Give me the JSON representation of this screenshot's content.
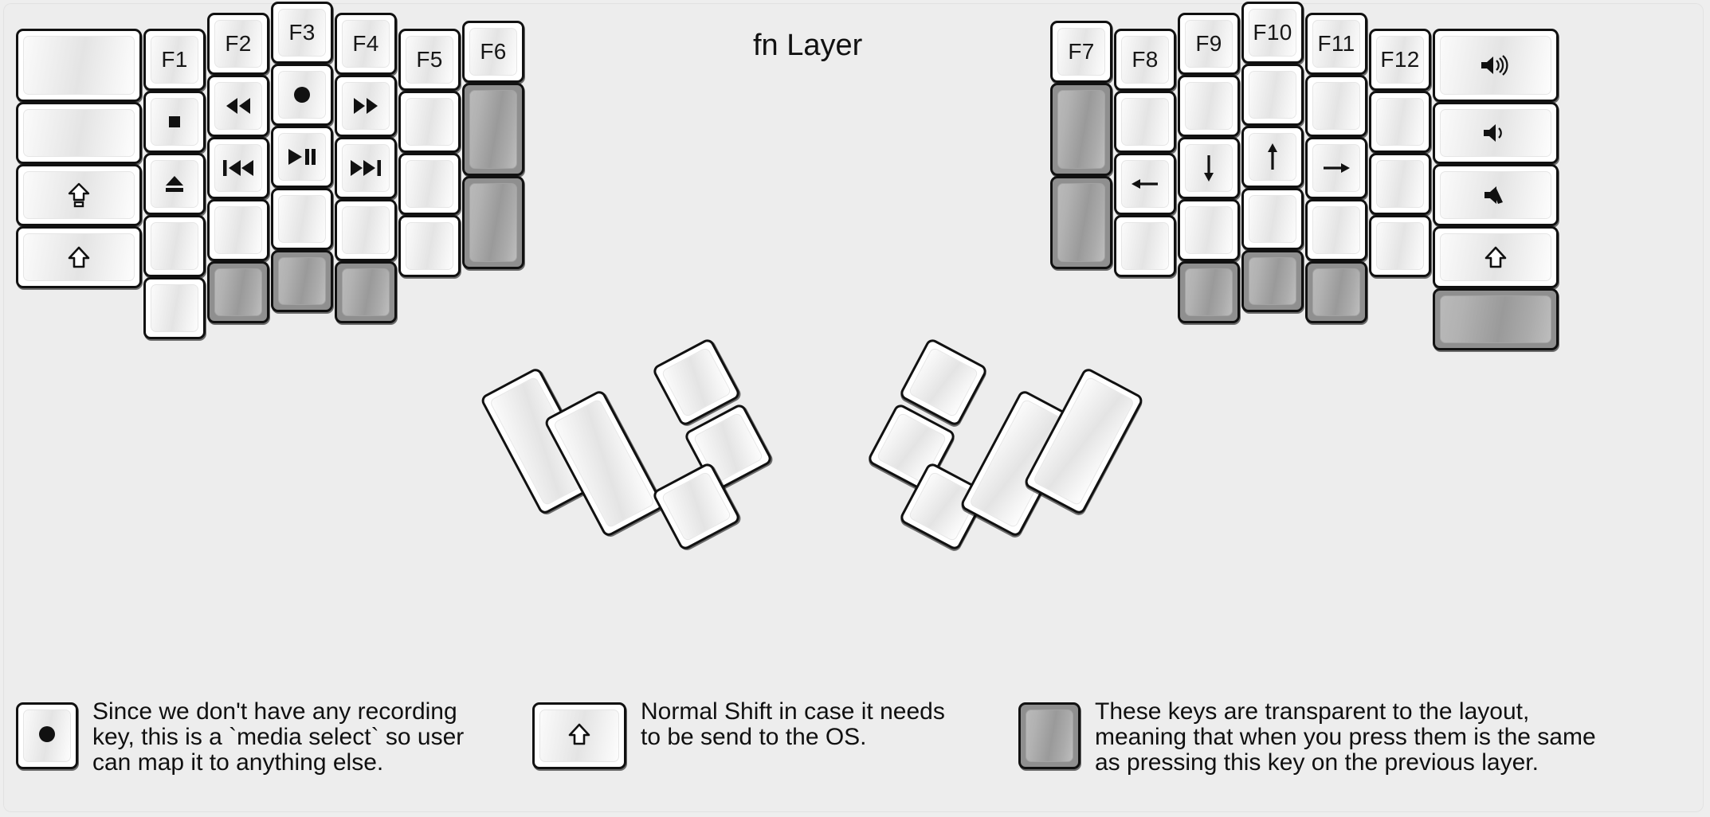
{
  "title": "fn Layer",
  "colors": {
    "background": "#ededed",
    "key_face": "#ffffff",
    "key_border": "#111111",
    "transparent_key": "#8f8f8f",
    "label_text": "#171717"
  },
  "legend": [
    {
      "key_icon": "record-icon",
      "key_type": "normal",
      "text": "Since we don't have any recording\nkey, this is a `media select` so user\ncan map it to anything else."
    },
    {
      "key_icon": "shift-icon",
      "key_type": "normal",
      "text": "Normal Shift in case it needs\nto be send to the OS."
    },
    {
      "key_icon": "",
      "key_type": "transparent",
      "text": "These keys are transparent to the layout,\nmeaning that when you press them is the same\nas pressing this key on the previous layer."
    }
  ],
  "left_half": {
    "columns": [
      {
        "name": "col-pinky-outer",
        "keys": [
          {
            "label": "",
            "icon": "",
            "type": "normal"
          },
          {
            "label": "",
            "icon": "",
            "type": "normal"
          },
          {
            "label": "",
            "icon": "caps-lock-icon",
            "type": "normal"
          },
          {
            "label": "",
            "icon": "shift-icon",
            "type": "normal"
          }
        ]
      },
      {
        "name": "col-pinky",
        "keys": [
          {
            "label": "F1",
            "icon": "",
            "type": "normal"
          },
          {
            "label": "",
            "icon": "media-stop-icon",
            "type": "normal"
          },
          {
            "label": "",
            "icon": "eject-icon",
            "type": "normal"
          },
          {
            "label": "",
            "icon": "",
            "type": "normal"
          },
          {
            "label": "",
            "icon": "",
            "type": "normal"
          }
        ]
      },
      {
        "name": "col-ring",
        "keys": [
          {
            "label": "F2",
            "icon": "",
            "type": "normal"
          },
          {
            "label": "",
            "icon": "media-rewind-icon",
            "type": "normal"
          },
          {
            "label": "",
            "icon": "media-prev-track-icon",
            "type": "normal"
          },
          {
            "label": "",
            "icon": "",
            "type": "normal"
          },
          {
            "label": "",
            "icon": "",
            "type": "transparent"
          }
        ]
      },
      {
        "name": "col-middle",
        "keys": [
          {
            "label": "F3",
            "icon": "",
            "type": "normal"
          },
          {
            "label": "",
            "icon": "record-icon",
            "type": "normal"
          },
          {
            "label": "",
            "icon": "media-play-pause-icon",
            "type": "normal"
          },
          {
            "label": "",
            "icon": "",
            "type": "normal"
          },
          {
            "label": "",
            "icon": "",
            "type": "transparent"
          }
        ]
      },
      {
        "name": "col-index",
        "keys": [
          {
            "label": "F4",
            "icon": "",
            "type": "normal"
          },
          {
            "label": "",
            "icon": "media-fast-forward-icon",
            "type": "normal"
          },
          {
            "label": "",
            "icon": "media-next-track-icon",
            "type": "normal"
          },
          {
            "label": "",
            "icon": "",
            "type": "normal"
          },
          {
            "label": "",
            "icon": "",
            "type": "transparent"
          }
        ]
      },
      {
        "name": "col-index-inner",
        "keys": [
          {
            "label": "F5",
            "icon": "",
            "type": "normal"
          },
          {
            "label": "",
            "icon": "",
            "type": "normal"
          },
          {
            "label": "",
            "icon": "",
            "type": "normal"
          },
          {
            "label": "",
            "icon": "",
            "type": "normal"
          }
        ]
      },
      {
        "name": "col-inner",
        "keys": [
          {
            "label": "F6",
            "icon": "",
            "type": "normal"
          },
          {
            "label": "",
            "icon": "",
            "type": "transparent"
          },
          {
            "label": "",
            "icon": "",
            "type": "transparent"
          }
        ]
      }
    ],
    "thumb_cluster": [
      {
        "name": "thumb-big-1",
        "type": "normal"
      },
      {
        "name": "thumb-big-2",
        "type": "normal"
      },
      {
        "name": "thumb-small-top",
        "type": "normal"
      },
      {
        "name": "thumb-small-mid",
        "type": "normal"
      },
      {
        "name": "thumb-small-bottom",
        "type": "normal"
      }
    ]
  },
  "right_half": {
    "columns": [
      {
        "name": "col-inner",
        "keys": [
          {
            "label": "F7",
            "icon": "",
            "type": "normal"
          },
          {
            "label": "",
            "icon": "",
            "type": "transparent"
          },
          {
            "label": "",
            "icon": "",
            "type": "transparent"
          }
        ]
      },
      {
        "name": "col-index-inner",
        "keys": [
          {
            "label": "F8",
            "icon": "",
            "type": "normal"
          },
          {
            "label": "",
            "icon": "",
            "type": "normal"
          },
          {
            "label": "",
            "icon": "arrow-left-icon",
            "type": "normal"
          },
          {
            "label": "",
            "icon": "",
            "type": "normal"
          }
        ]
      },
      {
        "name": "col-index",
        "keys": [
          {
            "label": "F9",
            "icon": "",
            "type": "normal"
          },
          {
            "label": "",
            "icon": "",
            "type": "normal"
          },
          {
            "label": "",
            "icon": "arrow-down-icon",
            "type": "normal"
          },
          {
            "label": "",
            "icon": "",
            "type": "normal"
          },
          {
            "label": "",
            "icon": "",
            "type": "transparent"
          }
        ]
      },
      {
        "name": "col-middle",
        "keys": [
          {
            "label": "F10",
            "icon": "",
            "type": "normal"
          },
          {
            "label": "",
            "icon": "",
            "type": "normal"
          },
          {
            "label": "",
            "icon": "arrow-up-icon",
            "type": "normal"
          },
          {
            "label": "",
            "icon": "",
            "type": "normal"
          },
          {
            "label": "",
            "icon": "",
            "type": "transparent"
          }
        ]
      },
      {
        "name": "col-ring",
        "keys": [
          {
            "label": "F11",
            "icon": "",
            "type": "normal"
          },
          {
            "label": "",
            "icon": "",
            "type": "normal"
          },
          {
            "label": "",
            "icon": "arrow-right-icon",
            "type": "normal"
          },
          {
            "label": "",
            "icon": "",
            "type": "normal"
          },
          {
            "label": "",
            "icon": "",
            "type": "transparent"
          }
        ]
      },
      {
        "name": "col-pinky",
        "keys": [
          {
            "label": "F12",
            "icon": "",
            "type": "normal"
          },
          {
            "label": "",
            "icon": "",
            "type": "normal"
          },
          {
            "label": "",
            "icon": "",
            "type": "normal"
          },
          {
            "label": "",
            "icon": "",
            "type": "normal"
          }
        ]
      },
      {
        "name": "col-pinky-outer",
        "keys": [
          {
            "label": "",
            "icon": "volume-up-icon",
            "type": "normal"
          },
          {
            "label": "",
            "icon": "volume-down-icon",
            "type": "normal"
          },
          {
            "label": "",
            "icon": "volume-mute-icon",
            "type": "normal"
          },
          {
            "label": "",
            "icon": "shift-icon",
            "type": "normal"
          },
          {
            "label": "",
            "icon": "",
            "type": "transparent"
          }
        ]
      }
    ],
    "thumb_cluster": [
      {
        "name": "thumb-small-top",
        "type": "normal"
      },
      {
        "name": "thumb-small-mid",
        "type": "normal"
      },
      {
        "name": "thumb-small-bottom",
        "type": "normal"
      },
      {
        "name": "thumb-big-1",
        "type": "normal"
      },
      {
        "name": "thumb-big-2",
        "type": "normal"
      }
    ]
  }
}
